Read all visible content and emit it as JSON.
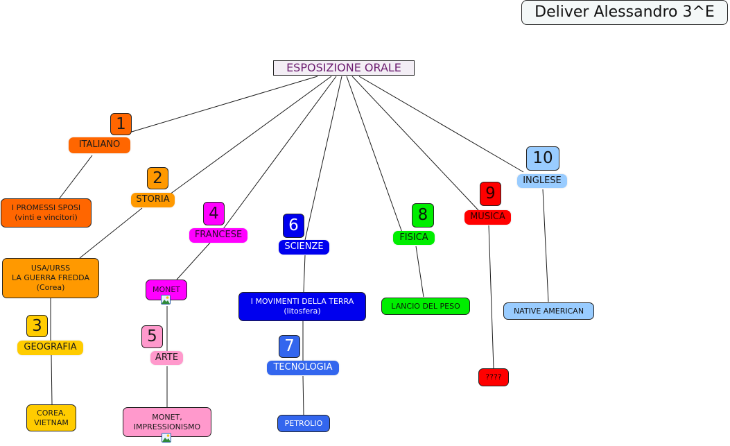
{
  "author_box": {
    "text": "Deliver Alessandro 3^E"
  },
  "root": {
    "text": "ESPOSIZIONE ORALE"
  },
  "colors": {
    "italiano": "#ff6600",
    "storia": "#ff9900",
    "geografia": "#ffcc00",
    "francese": "#ff00ff",
    "arte": "#ff99cc",
    "scienze": "#0000ee",
    "tecnologia": "#3366ee",
    "fisica": "#00ee00",
    "musica": "#ff0000",
    "inglese": "#99ccff"
  },
  "subjects": [
    {
      "id": "italiano",
      "number": "1",
      "label": "ITALIANO",
      "leaf": "I PROMESSI SPOSI\n(vinti e vincitori)"
    },
    {
      "id": "storia",
      "number": "2",
      "label": "STORIA",
      "leaf": "USA/URSS\nLA GUERRA FREDDA\n(Corea)"
    },
    {
      "id": "geografia",
      "number": "3",
      "label": "GEOGRAFIA",
      "leaf": "COREA,\nVIETNAM"
    },
    {
      "id": "francese",
      "number": "4",
      "label": "FRANCESE",
      "leaf": "MONET"
    },
    {
      "id": "arte",
      "number": "5",
      "label": "ARTE",
      "leaf": "MONET,\nIMPRESSIONISMO"
    },
    {
      "id": "scienze",
      "number": "6",
      "label": "SCIENZE",
      "leaf": "I MOVIMENTI DELLA TERRA\n(litosfera)"
    },
    {
      "id": "tecnologia",
      "number": "7",
      "label": "TECNOLOGIA",
      "leaf": "PETROLIO"
    },
    {
      "id": "fisica",
      "number": "8",
      "label": "FISICA",
      "leaf": "LANCIO DEL PESO"
    },
    {
      "id": "musica",
      "number": "9",
      "label": "MUSICA",
      "leaf": "????"
    },
    {
      "id": "inglese",
      "number": "10",
      "label": "INGLESE",
      "leaf": "NATIVE AMERICAN"
    }
  ],
  "icons": {
    "monet_attachment": "image-icon",
    "impressionismo_attachment": "image-icon"
  }
}
